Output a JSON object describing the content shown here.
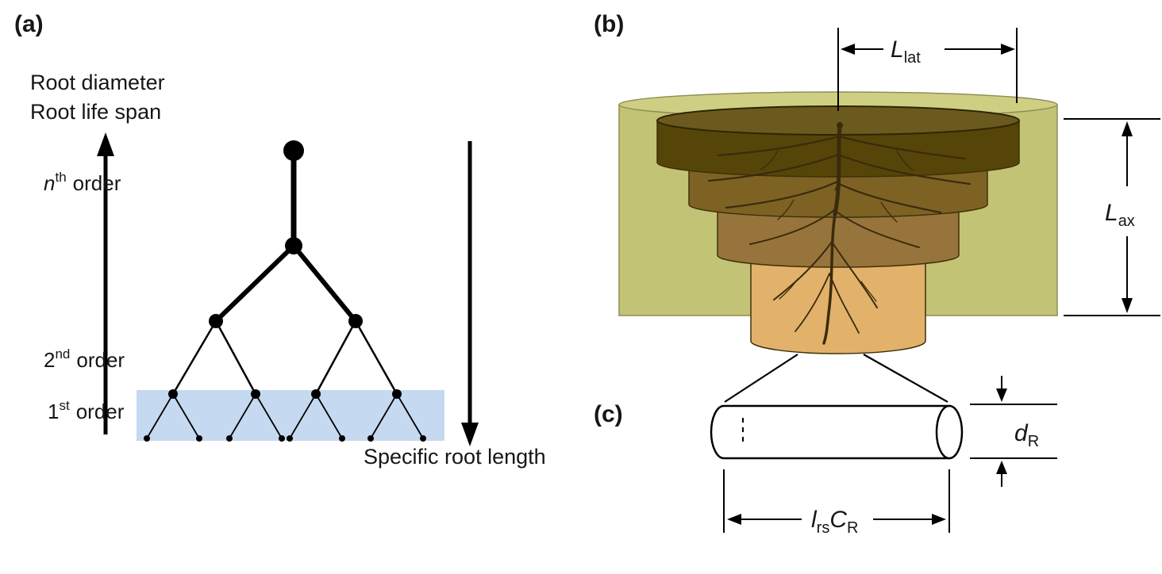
{
  "panel_a": {
    "tag": "(a)",
    "axis_line1": "Root diameter",
    "axis_line2": "Root life span",
    "order_nth": {
      "base": "n",
      "sup": "th",
      "word": "order"
    },
    "order_2nd": {
      "base": "2",
      "sup": "nd",
      "word": "order"
    },
    "order_1st": {
      "base": "1",
      "sup": "st",
      "word": "order"
    },
    "down_label": "Specific root length"
  },
  "panel_b": {
    "tag": "(b)",
    "lat": {
      "base": "L",
      "sub": "lat"
    },
    "ax": {
      "base": "L",
      "sub": "ax"
    }
  },
  "panel_c": {
    "tag": "(c)",
    "diameter": {
      "base": "d",
      "sub": "R"
    },
    "length": {
      "base1": "l",
      "sub1": "rs",
      "base2": "C",
      "sub2": "R"
    }
  },
  "colors": {
    "band_blue": "#c5d9f0",
    "soil_block": "#c3c376",
    "soil_block_top": "#cfcf84",
    "disc1_top": "#6b5a1d",
    "disc1_body": "#564508",
    "disc2_body": "#7d6224",
    "disc3_body": "#97743c",
    "disc4_body": "#e2b26b",
    "root": "#3a2b0d",
    "line": "#000000"
  }
}
